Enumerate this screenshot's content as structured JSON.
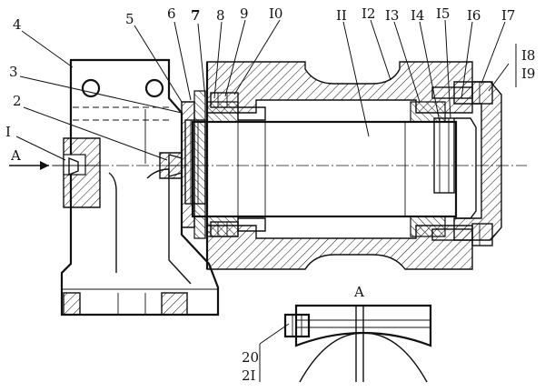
{
  "part_labels": {
    "p1": "I",
    "p2": "2",
    "p3": "3",
    "p4": "4",
    "p5": "5",
    "p6": "6",
    "p7": "7",
    "p8": "8",
    "p9": "9",
    "p10": "I0",
    "p11": "II",
    "p12": "I2",
    "p13": "I3",
    "p14": "I4",
    "p15": "I5",
    "p16": "I6",
    "p17": "I7",
    "p18": "I8",
    "p19": "I9",
    "p20": "20",
    "p21": "2I"
  },
  "view_labels": {
    "arrow_a": "A",
    "detail_a": "A"
  }
}
